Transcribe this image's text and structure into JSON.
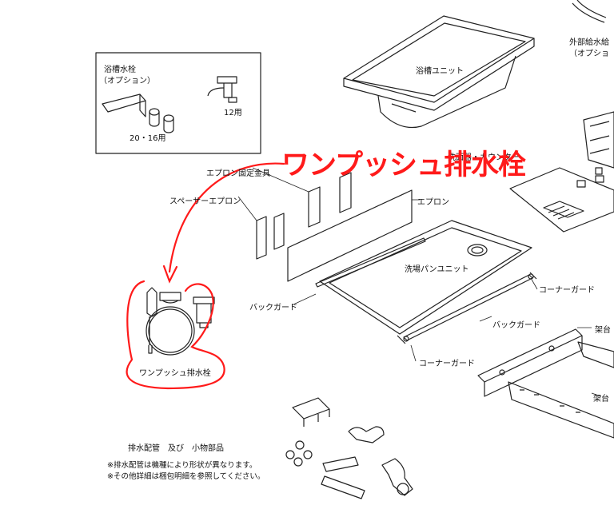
{
  "highlight_title": "ワンプッシュ排水栓",
  "labels": {
    "faucet_box_title": "浴槽水栓",
    "faucet_box_option": "（オプション）",
    "faucet_12": "12用",
    "faucet_20_16": "20・16用",
    "external_supply": "外部給水給",
    "external_option": "（オプショ",
    "bathtub_unit": "浴槽ユニット",
    "counter": "洗面器・カウンター",
    "apron_bracket": "エプロン固定金具",
    "spacer_apron": "スペーサーエプロン",
    "apron": "エプロン",
    "washroom_pan": "洗場パンユニット",
    "back_guard_left": "バックガード",
    "corner_guard_right": "コーナーガード",
    "back_guard_mid": "バックガード",
    "corner_guard_bottom": "コーナーガード",
    "stand_top": "架台",
    "stand_bottom": "架台",
    "one_push_drain": "ワンプッシュ排水栓",
    "drain_parts_title": "排水配管　及び　小物部品",
    "note1": "※排水配管は機種により形状が異なります。",
    "note2": "※その他詳細は梱包明細を参照してください。"
  },
  "colors": {
    "accent_red": "#ff1a1a",
    "line": "#222222"
  }
}
